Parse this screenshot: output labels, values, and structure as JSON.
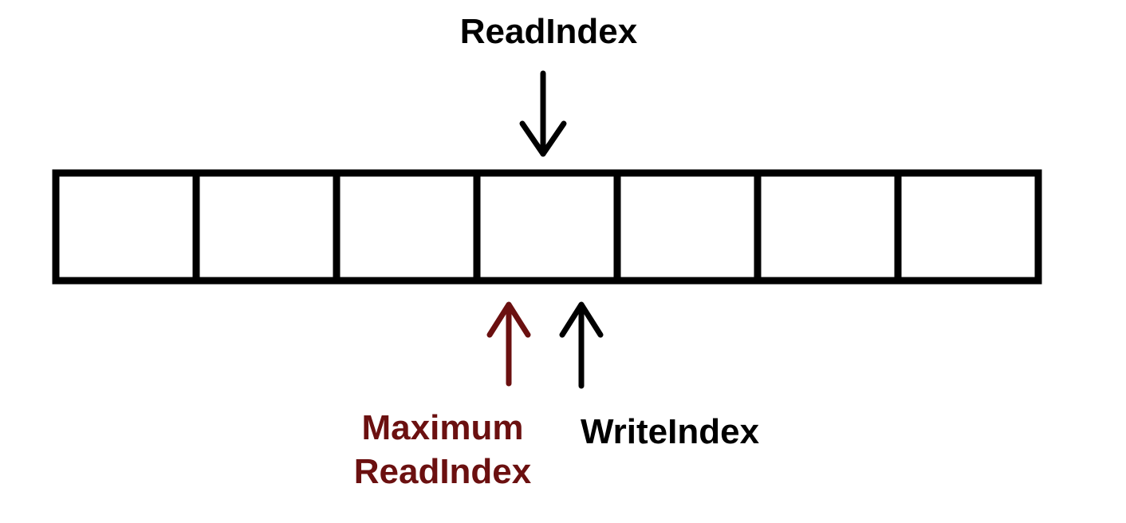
{
  "diagram": {
    "cell_count": 7,
    "pointers": {
      "read_index": {
        "label": "ReadIndex",
        "cell_index": 3,
        "color": "#000000"
      },
      "max_read_index": {
        "label_line1": "Maximum",
        "label_line2": "ReadIndex",
        "cell_index": 3,
        "color": "#6b1010"
      },
      "write_index": {
        "label": "WriteIndex",
        "cell_index": 3,
        "color": "#000000"
      }
    },
    "colors": {
      "outline": "#000000",
      "background": "#ffffff"
    }
  }
}
